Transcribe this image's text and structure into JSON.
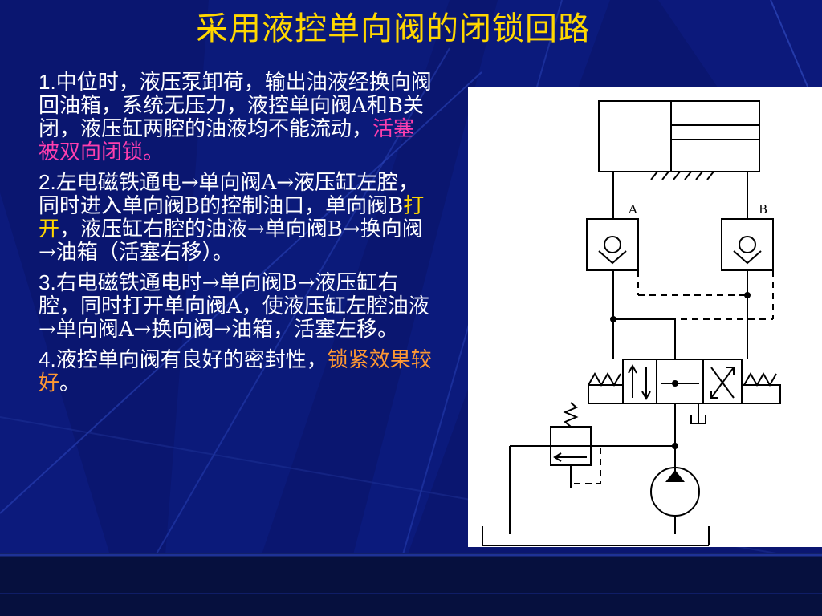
{
  "title": "采用液控单向阀的闭锁回路",
  "items": [
    {
      "num": "1.",
      "text": "中位时，液压泵卸荷，输出油液经换向阀回油箱，系统无压力，液控单向阀A和B关闭，液压缸两腔的油液均不能流动，",
      "hl": "活塞被双向闭锁。",
      "tail": ""
    },
    {
      "num": "2.",
      "text": "左电磁铁通电→单向阀A→液压缸左腔，同时进入单向阀B的控制油口，单向阀B",
      "hl": "打开",
      "tail": "，液压缸右腔的油液→单向阀B→换向阀→油箱（活塞右移）。"
    },
    {
      "num": "3.",
      "text": "右电磁铁通电时→单向阀B→液压缸右腔，同时打开单向阀A，使液压缸左腔油液→单向阀A→换向阀→油箱，活塞左移。",
      "hl": "",
      "tail": ""
    },
    {
      "num": "4.",
      "text": "液控单向阀有良好的密封性，",
      "hl": "锁紧效果较好",
      "tail": "。"
    }
  ],
  "diagram": {
    "label_a": "A",
    "label_b": "B"
  },
  "colors": {
    "background": "#0a1670",
    "title": "#ffd700",
    "text": "#ffffff",
    "highlight_1": "#ff3fae",
    "highlight_2": "#ffd700",
    "highlight_4": "#ff9933"
  }
}
